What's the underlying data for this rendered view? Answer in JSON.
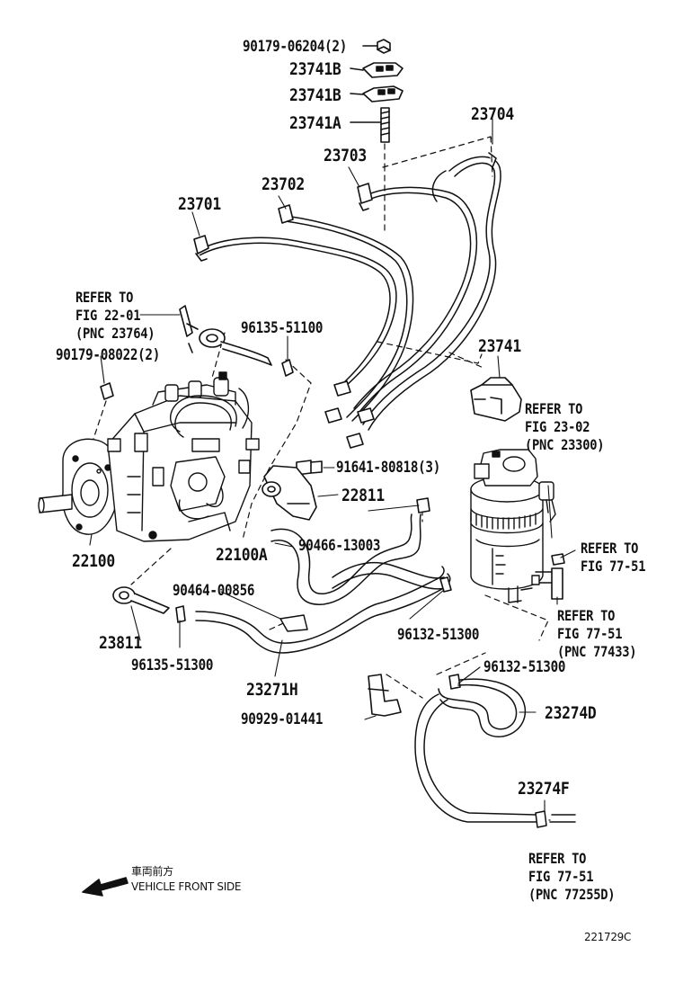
{
  "colors": {
    "line": "#111111",
    "background": "#ffffff"
  },
  "parts": {
    "p90179_06204": "90179-06204(2)",
    "p23741B_1": "23741B",
    "p23741B_2": "23741B",
    "p23741A": "23741A",
    "p23704": "23704",
    "p23703": "23703",
    "p23702": "23702",
    "p23701": "23701",
    "p90179_08022": "90179-08022(2)",
    "p96135_51100": "96135-51100",
    "p23741": "23741",
    "p91641_80818": "91641-80818(3)",
    "p22811": "22811",
    "p22100": "22100",
    "p22100A": "22100A",
    "p90466_13003": "90466-13003",
    "p90464_00856": "90464-00856",
    "p23811": "23811",
    "p96135_51300": "96135-51300",
    "p96132_51300_a": "96132-51300",
    "p23271H": "23271H",
    "p96132_51300_b": "96132-51300",
    "p90929_01441": "90929-01441",
    "p23274D": "23274D",
    "p23274F": "23274F"
  },
  "references": {
    "ref_22_01": [
      "REFER TO",
      "FIG 22-01",
      "(PNC 23764)"
    ],
    "ref_23_02": [
      "REFER TO",
      "FIG 23-02",
      "(PNC 23300)"
    ],
    "ref_77_51_a": [
      "REFER TO",
      "FIG 77-51"
    ],
    "ref_77_51_b": [
      "REFER TO",
      "FIG 77-51",
      "(PNC 77433)"
    ],
    "ref_77_51_c": [
      "REFER TO",
      "FIG 77-51",
      "(PNC 77255D)"
    ]
  },
  "legend": {
    "japanese": "車両前方",
    "english": "VEHICLE FRONT SIDE",
    "arrow_icon": "arrow-left-icon"
  },
  "diagram_code": "221729C"
}
